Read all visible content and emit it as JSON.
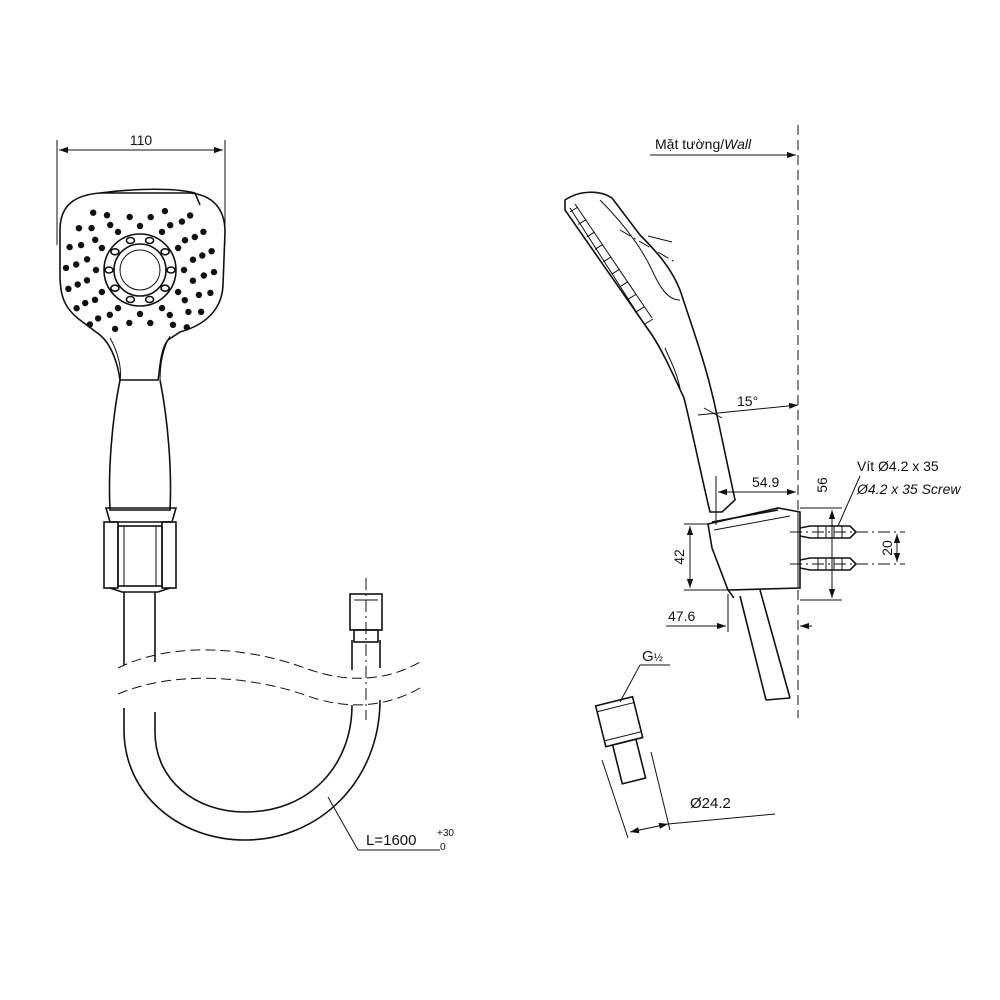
{
  "front_view": {
    "width_dim": "110",
    "hose_length_label": "L=1600",
    "hose_tol_upper": "+30",
    "hose_tol_lower": "0"
  },
  "side_view": {
    "wall_label_prefix": "Mặt tường/",
    "wall_label_italic": "Wall",
    "angle_label": "15°",
    "screw_label_vi": "Vít Ø4.2 x 35",
    "screw_label_en": "Ø4.2 x 35 Screw",
    "dim_54_9": "54.9",
    "dim_56": "56",
    "dim_20": "20",
    "dim_42": "42",
    "dim_47_6": "47.6"
  },
  "connector": {
    "thread_label_main": "G",
    "thread_label_frac": "½",
    "diameter_label": "Ø24.2"
  }
}
